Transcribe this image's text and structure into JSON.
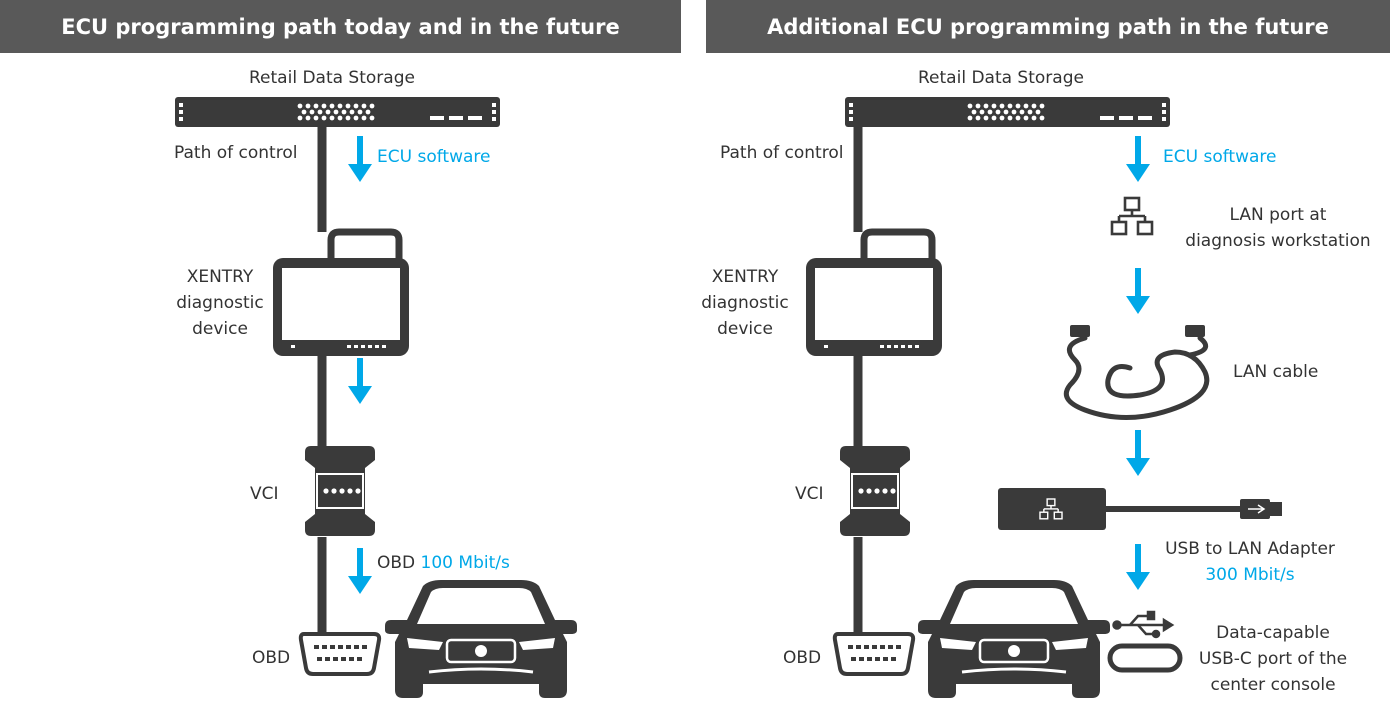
{
  "left_panel": {
    "title": "ECU programming path today and in the future",
    "storage_label": "Retail Data Storage",
    "path_of_control_label": "Path of control",
    "ecu_software_label": "ECU software",
    "xentry_label": [
      "XENTRY",
      "diagnostic",
      "device"
    ],
    "vci_label": "VCI",
    "obd_speed_prefix": "OBD",
    "obd_speed_value": "100 Mbit/s",
    "obd_label": "OBD"
  },
  "right_panel": {
    "title": "Additional ECU programming path in the future",
    "storage_label": "Retail Data Storage",
    "path_of_control_label": "Path of control",
    "ecu_software_label": "ECU software",
    "lan_port_label": [
      "LAN port at",
      "diagnosis workstation"
    ],
    "lan_cable_label": "LAN cable",
    "xentry_label": [
      "XENTRY",
      "diagnostic",
      "device"
    ],
    "vci_label": "VCI",
    "usb_adapter_label": "USB to LAN Adapter",
    "usb_adapter_speed": "300 Mbit/s",
    "obd_label": "OBD",
    "usbc_port_label": [
      "Data-capable",
      "USB-C port of the",
      "center console"
    ]
  },
  "colors": {
    "header_bg": "#595959",
    "device_dark": "#3a3a3a",
    "arrow_blue": "#00a8e8",
    "text": "#333333"
  },
  "icons": [
    "server-rack-icon",
    "diagnostic-tablet-icon",
    "vci-box-icon",
    "obd-connector-icon",
    "car-front-icon",
    "network-icon",
    "lan-cable-icon",
    "usb-lan-adapter-icon",
    "usb-symbol-icon",
    "usb-c-port-icon"
  ]
}
